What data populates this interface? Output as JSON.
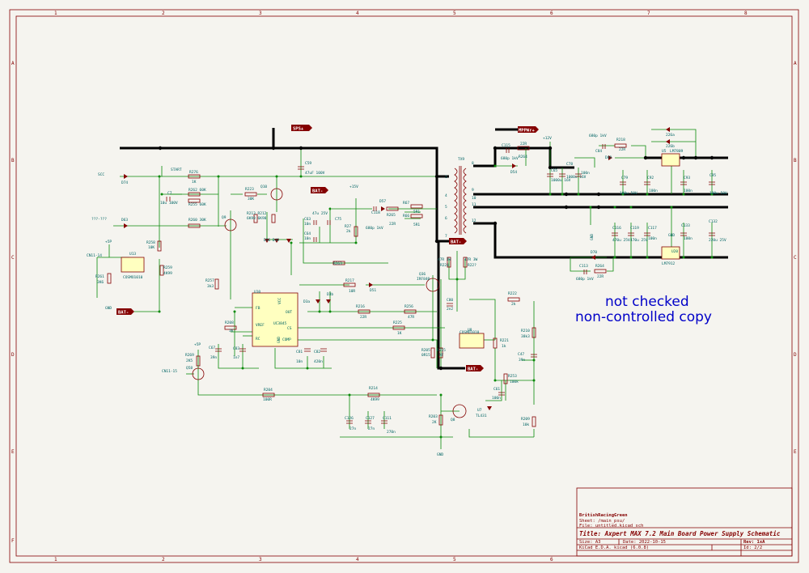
{
  "sheet": {
    "col_labels": [
      "1",
      "2",
      "3",
      "4",
      "5",
      "6",
      "7",
      "8"
    ],
    "row_labels": [
      "A",
      "B",
      "C",
      "D",
      "E",
      "F"
    ]
  },
  "notice": {
    "line1": "not checked",
    "line2": "non-controlled copy"
  },
  "title_block": {
    "company": "BritishRacingGreen",
    "sheet_name": "Sheet: /main_psu/",
    "file": "File: untitled.kicad_sch",
    "title": "Title: Axpert MAX 7.2 Main Board Power Supply Schematic",
    "size": "Size: A3",
    "date": "Date:  2022-10-15",
    "rev": "Rev: 1xA",
    "tool": "KiCad E.D.A.  kicad (6.0.8)",
    "id": "Id: 2/2"
  },
  "global_labels": {
    "sps": "SPS+",
    "bat_top": "BAT-",
    "bat_left": "BAT-",
    "bat_mid": "BAT-",
    "bat_bottom": "BAT-",
    "mppt": "MPPWr+"
  },
  "power_labels": {
    "plus15": "+15V",
    "plus12": "+12V",
    "sp1": "+5P",
    "sp2": "+5P",
    "gnd1": "GND",
    "gnd2": "GND",
    "gnd3": "GND",
    "gnd4": "GND"
  },
  "nets": {
    "scc": "SCC",
    "start": "START",
    "q": "???-???",
    "cn1": "CN11-14",
    "cn2": "CN11-15"
  },
  "components": {
    "d74": "D74",
    "r276": "R276",
    "r276v": "1K",
    "c7": "C7",
    "c7v": "10u 100V",
    "r262": "R262 60K",
    "r255": "R255 60K",
    "r260": "R260 30K",
    "d63": "D63",
    "r258": "R258",
    "r258v": "10K",
    "r261": "R261",
    "r261v": "3K6",
    "u13": "U13",
    "u13v": "COSMO1010",
    "r259": "R259",
    "r259v": "4K99",
    "r257": "R257",
    "r257v": "3k3",
    "q9": "Q9",
    "r223": "R223",
    "r223v": "30K",
    "q10": "Q10",
    "r213": "R213 R212",
    "r213v": "6K98 6K98",
    "d56": "D56 D48",
    "c59": "C59",
    "c59v": "47uF 100V",
    "c63": "C63",
    "c63v": "10n",
    "c64": "C64",
    "c64v": "10n",
    "c75": "C75",
    "c75v": "47u 25V",
    "r27": "R27",
    "r27v": "2k",
    "d57": "D57",
    "c118": "C118",
    "c118v": "680p 1kV",
    "r265": "R265",
    "r265v": "22R",
    "r67": "R67",
    "r67v": "5R1",
    "r66": "R66",
    "r66v": "5R1",
    "r263": "R263",
    "r263v": "2k",
    "r217": "R217",
    "r217v": "10R",
    "d51": "D51",
    "d3a": "D3a",
    "d3b": "D3b",
    "u10": "U10",
    "u10v": "UC3845",
    "pin_fb": "FB",
    "pin_vref": "VREF",
    "pin_rc": "RC",
    "pin_out": "OUT",
    "pin_cs": "CS",
    "pin_comp": "COMP",
    "pin_vcc": "VCC",
    "pin_gnd": "GND",
    "r208": "R208",
    "r208v": "3K",
    "c83": "C83",
    "c83v": "1n7",
    "c67": "C67",
    "c67v": "39n",
    "c81": "C81",
    "c81v": "10n",
    "c82": "C82",
    "c82v": "420n",
    "r216": "R216",
    "r216v": "22R",
    "r256": "R256",
    "r256v": "47R",
    "r225": "R225",
    "r225v": "1K",
    "q36": "Q36",
    "q36v": "IRF840",
    "c80": "C80",
    "c80v": "2n2",
    "r224": "R224",
    "r224v": "47R 3W",
    "r223b": "R22?",
    "r223bv": "47R 3W",
    "r205": "R205",
    "r205v": "0R15",
    "r215": "R215",
    "r215v": "NF",
    "u8": "U8",
    "u8v": "COSMO1010",
    "r221": "R221",
    "r221v": "1k",
    "r222": "R222",
    "r222v": "2k",
    "r210": "R210",
    "r210v": "38k3",
    "c47": "C47",
    "c47v": "39n",
    "r253": "R253",
    "r253v": "100k",
    "c61": "C61",
    "c61v": "100n",
    "u7": "U7",
    "u7v": "TL431",
    "r209": "R209",
    "r209v": "10k",
    "r204": "R204",
    "r204v": "100R",
    "r214": "R214",
    "r214v": "4K99",
    "c126": "C126",
    "c126v": "27n",
    "c127": "C127",
    "c127v": "27n",
    "c111": "C111",
    "c111v": "270n",
    "r203": "R203",
    "r203v": "2K",
    "q8": "Q8",
    "r269": "R269",
    "r269v": "2K5",
    "q58": "Q58",
    "t49": "TX9",
    "c115": "C115",
    "c115v": "680p 1kV",
    "r22p": "22R",
    "r264": "R264",
    "d54": "D54",
    "c65": "C65",
    "c65v": "1000u 16V",
    "c78": "C78",
    "c78v": "1000u 16V",
    "c6": "100n",
    "c84": "C84",
    "d69": "D69",
    "r218": "R218",
    "r218v": "22R",
    "c80b": "680p 1kV",
    "u5": "U5",
    "u5v": "LM7809",
    "d226a": "226a",
    "d226b": "226b",
    "c79": "C79",
    "c79v": "100u 50V",
    "c92": "C92",
    "c92v": "100n",
    "c93": "C93",
    "c93v": "100n",
    "c95": "C95",
    "c95v": "100u 50V",
    "c116": "C116",
    "c116v": "470u 25V",
    "c119": "C119",
    "c119v": "470u 25V",
    "c117": "C117",
    "c117v": "100n",
    "c133": "C133",
    "c133v": "100n",
    "c132": "C132",
    "c132v": "220u 25V",
    "u20": "U20",
    "u20v": "LM7912",
    "d70": "D70",
    "c113": "C113",
    "c113v": "680p 1kV",
    "r2642": "R264",
    "r2642v": "22R",
    "pin1": "1",
    "pin2": "2",
    "pin3": "3",
    "pin4": "4",
    "pin5": "5",
    "pin6": "6",
    "pin7": "7",
    "pin8": "8",
    "pin9": "9",
    "pin10": "10",
    "pin11": "11",
    "pin12": "12"
  }
}
